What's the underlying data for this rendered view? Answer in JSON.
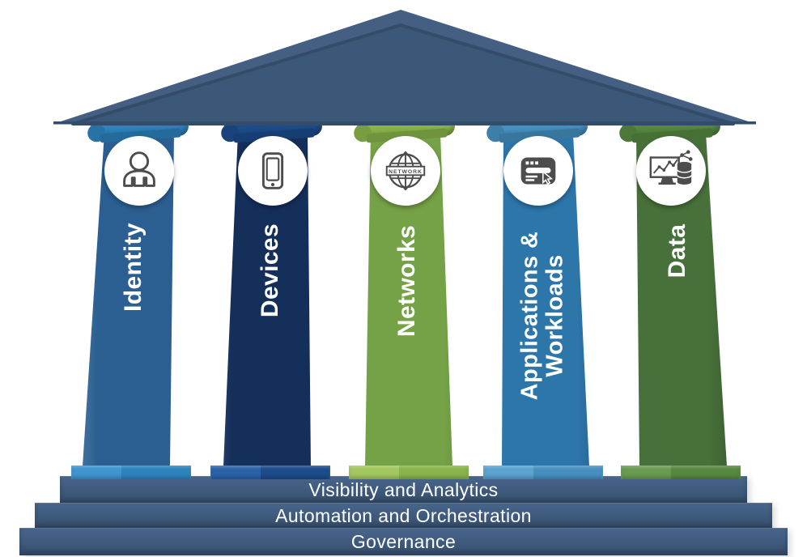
{
  "pillars": [
    {
      "id": "identity",
      "label_lines": [
        "Identity"
      ],
      "icon": "person-icon",
      "shaft_color": "#2B5F92",
      "accent_color": "#2C83BD",
      "accent_light": "#3E95CF"
    },
    {
      "id": "devices",
      "label_lines": [
        "Devices"
      ],
      "icon": "smartphone-icon",
      "shaft_color": "#152F5B",
      "accent_color": "#1C4C8B",
      "accent_light": "#2A62A8"
    },
    {
      "id": "networks",
      "label_lines": [
        "Networks"
      ],
      "icon": "globe-network-icon",
      "icon_label": "NETWORK",
      "shaft_color": "#75A246",
      "accent_color": "#89B44B",
      "accent_light": "#A3C75F"
    },
    {
      "id": "applications-workloads",
      "label_lines": [
        "Applications &",
        "Workloads"
      ],
      "icon": "application-window-icon",
      "shaft_color": "#2D76AA",
      "accent_color": "#4690C0",
      "accent_light": "#5BA3D0"
    },
    {
      "id": "data",
      "label_lines": [
        "Data"
      ],
      "icon": "data-analytics-icon",
      "shaft_color": "#47703A",
      "accent_color": "#568840",
      "accent_light": "#699B4F"
    }
  ],
  "foundation_layers": [
    {
      "label": "Visibility and Analytics"
    },
    {
      "label": "Automation and Orchestration"
    },
    {
      "label": "Governance"
    }
  ],
  "colors": {
    "roof_face": "#3C5878",
    "roof_edge": "#455F82",
    "roof_bevel": "#324C69",
    "step_top": "#47658B",
    "step_bottom": "#374F6E",
    "label_text": "#FFFFFF",
    "icon_stroke": "#4D4D4D"
  }
}
